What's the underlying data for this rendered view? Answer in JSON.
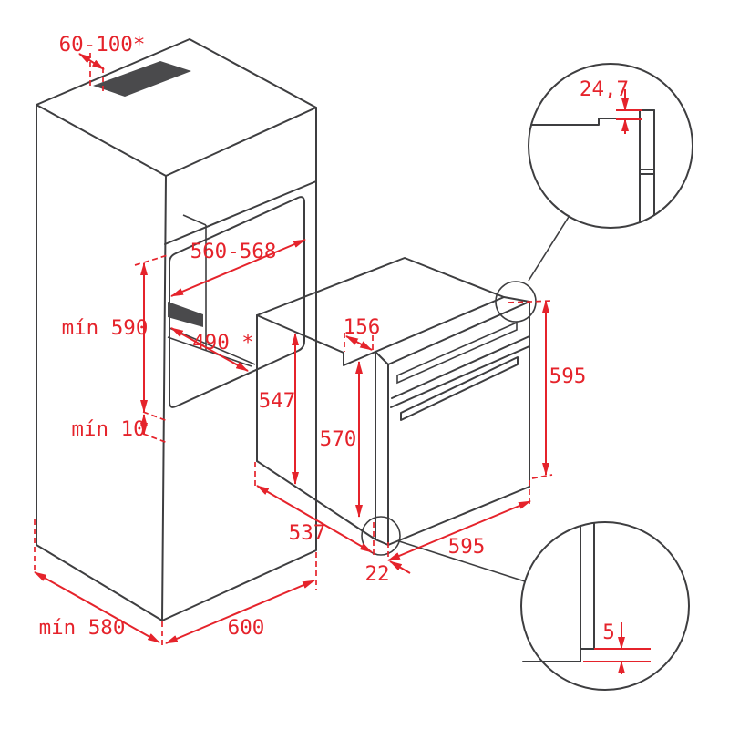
{
  "meta": {
    "title": "Built-in oven installation dimensions diagram"
  },
  "colors": {
    "line": "#3e3e40",
    "dimension": "#e5232b",
    "vent": "#4a4a4c",
    "background": "#ffffff"
  },
  "dims": {
    "vent_top": "60-100*",
    "niche_width": "560-568",
    "niche_height": "mín 590",
    "niche_depth": "490 *",
    "bottom_gap": "mín 10",
    "plinth_depth": "mín 580",
    "cabinet_width": "600",
    "top_inset": "156",
    "body_height": "547",
    "front_height": "570",
    "body_depth": "537",
    "oven_width": "595",
    "oven_height": "595",
    "frame_overhang": "22",
    "detail_top_overlap": "24,7",
    "detail_bottom_gap": "5"
  }
}
